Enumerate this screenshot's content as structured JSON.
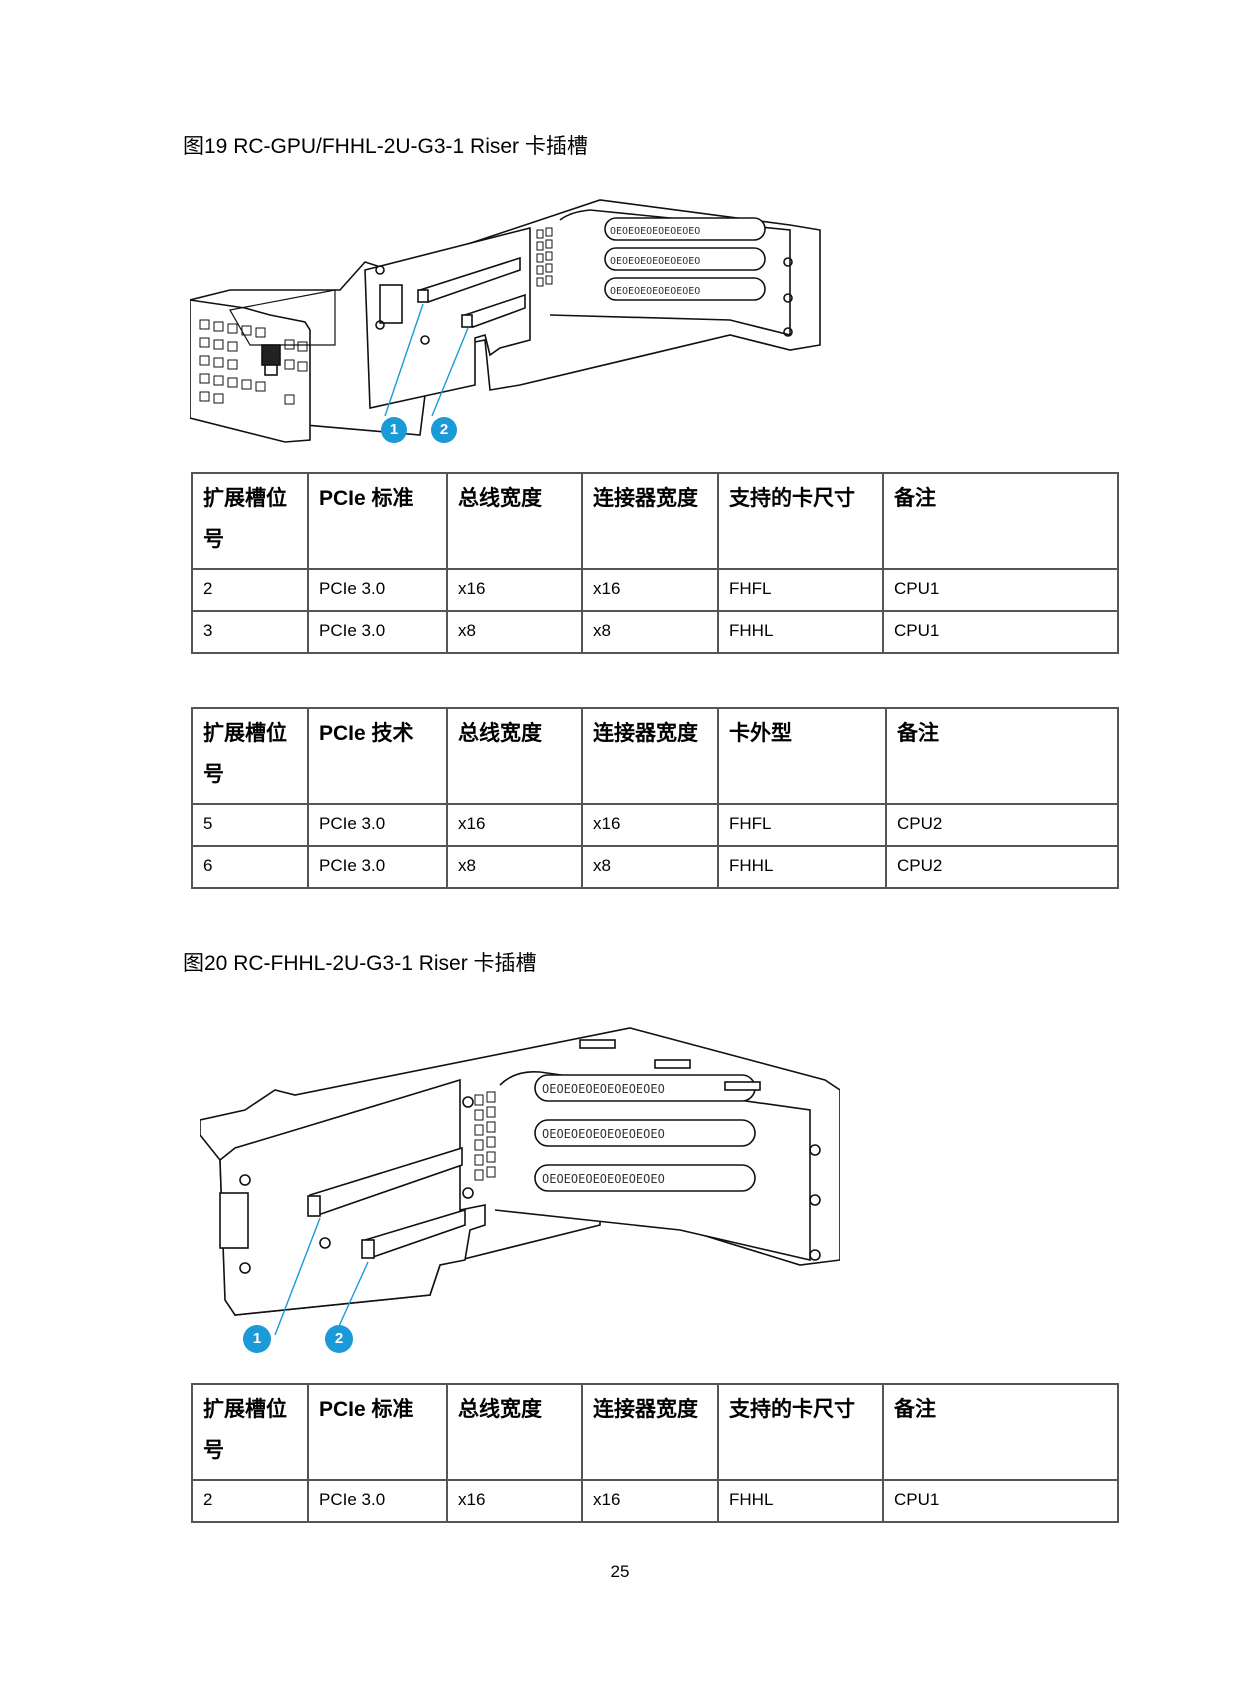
{
  "figures": [
    {
      "caption": "图19  RC-GPU/FHHL-2U-G3-1 Riser 卡插槽",
      "callouts": [
        "1",
        "2"
      ],
      "callout_color": "#1a9ad6"
    },
    {
      "caption": "图20  RC-FHHL-2U-G3-1 Riser 卡插槽",
      "callouts": [
        "1",
        "2"
      ],
      "callout_color": "#1a9ad6"
    }
  ],
  "tables": [
    {
      "headers": [
        "扩展槽位号",
        "PCIe 标准",
        "总线宽度",
        "连接器宽度",
        "支持的卡尺寸",
        "备注"
      ],
      "rows": [
        [
          "2",
          "PCIe 3.0",
          "x16",
          "x16",
          "FHFL",
          "CPU1"
        ],
        [
          "3",
          "PCIe 3.0",
          "x8",
          "x8",
          "FHHL",
          "CPU1"
        ]
      ]
    },
    {
      "headers": [
        "扩展槽位号",
        "PCIe 技术",
        "总线宽度",
        "连接器宽度",
        "卡外型",
        "备注"
      ],
      "rows": [
        [
          "5",
          "PCIe 3.0",
          "x16",
          "x16",
          "FHFL",
          "CPU2"
        ],
        [
          "6",
          "PCIe 3.0",
          "x8",
          "x8",
          "FHHL",
          "CPU2"
        ]
      ]
    },
    {
      "headers": [
        "扩展槽位号",
        "PCIe 标准",
        "总线宽度",
        "连接器宽度",
        "支持的卡尺寸",
        "备注"
      ],
      "rows": [
        [
          "2",
          "PCIe 3.0",
          "x16",
          "x16",
          "FHHL",
          "CPU1"
        ]
      ]
    }
  ],
  "page_number": "25"
}
